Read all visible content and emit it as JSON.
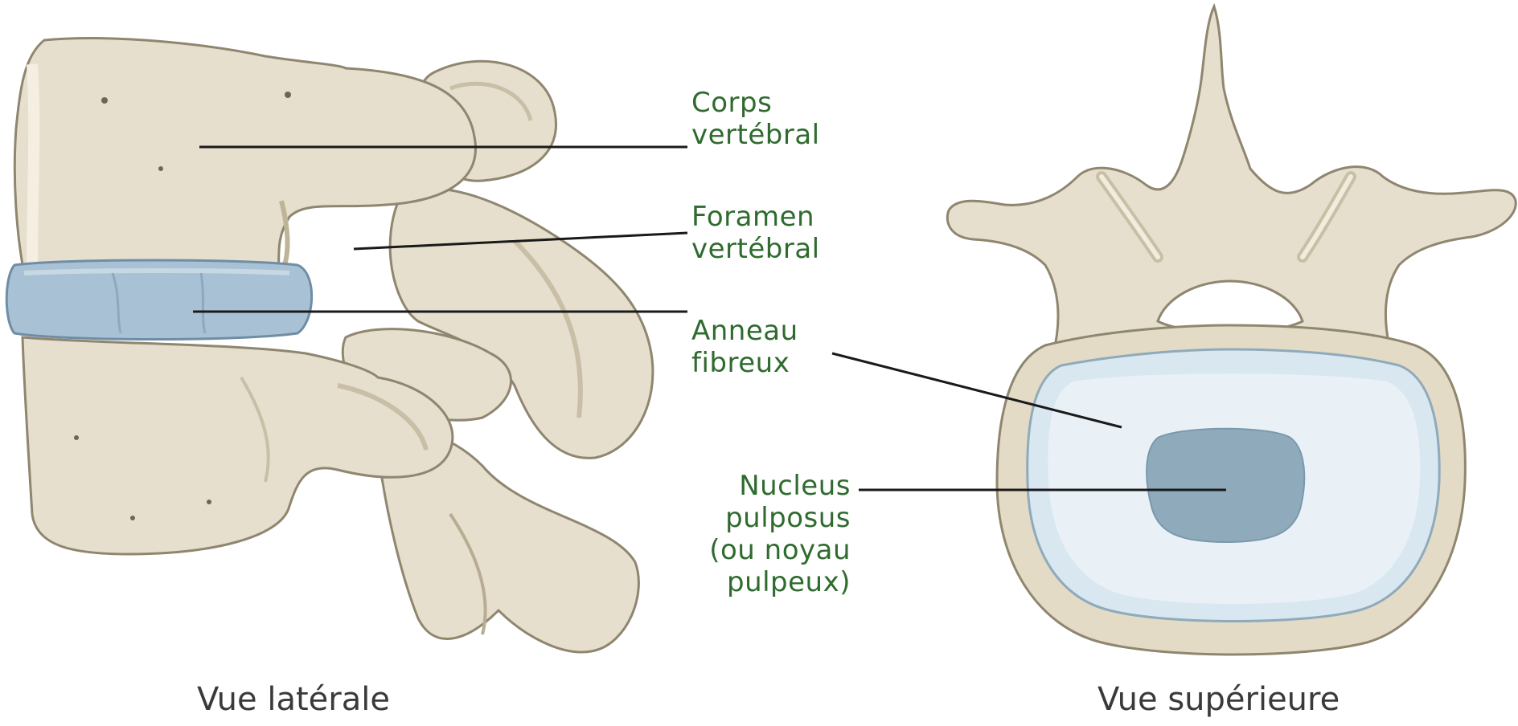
{
  "labels": {
    "corps_line1": "Corps",
    "corps_line2": "vertébral",
    "foramen_line1": "Foramen",
    "foramen_line2": "vertébral",
    "anneau_line1": "Anneau",
    "anneau_line2": "fibreux",
    "nucleus_line1": "Nucleus",
    "nucleus_line2": "pulposus",
    "nucleus_line3": "(ou noyau",
    "nucleus_line4": "pulpeux)"
  },
  "captions": {
    "left": "Vue latérale",
    "right": "Vue supérieure"
  },
  "colors": {
    "label_text": "#2f6b2f",
    "bone_fill": "#e6dfcd",
    "bone_shadow": "#c9bfa6",
    "bone_outline": "#8f8670",
    "disc_fill": "#a9c1d4",
    "disc_outline": "#6f8ea6",
    "annulus_fill": "#d9e7f1",
    "nucleus_fill": "#8faabb",
    "leader_line": "#1a1a1a"
  }
}
